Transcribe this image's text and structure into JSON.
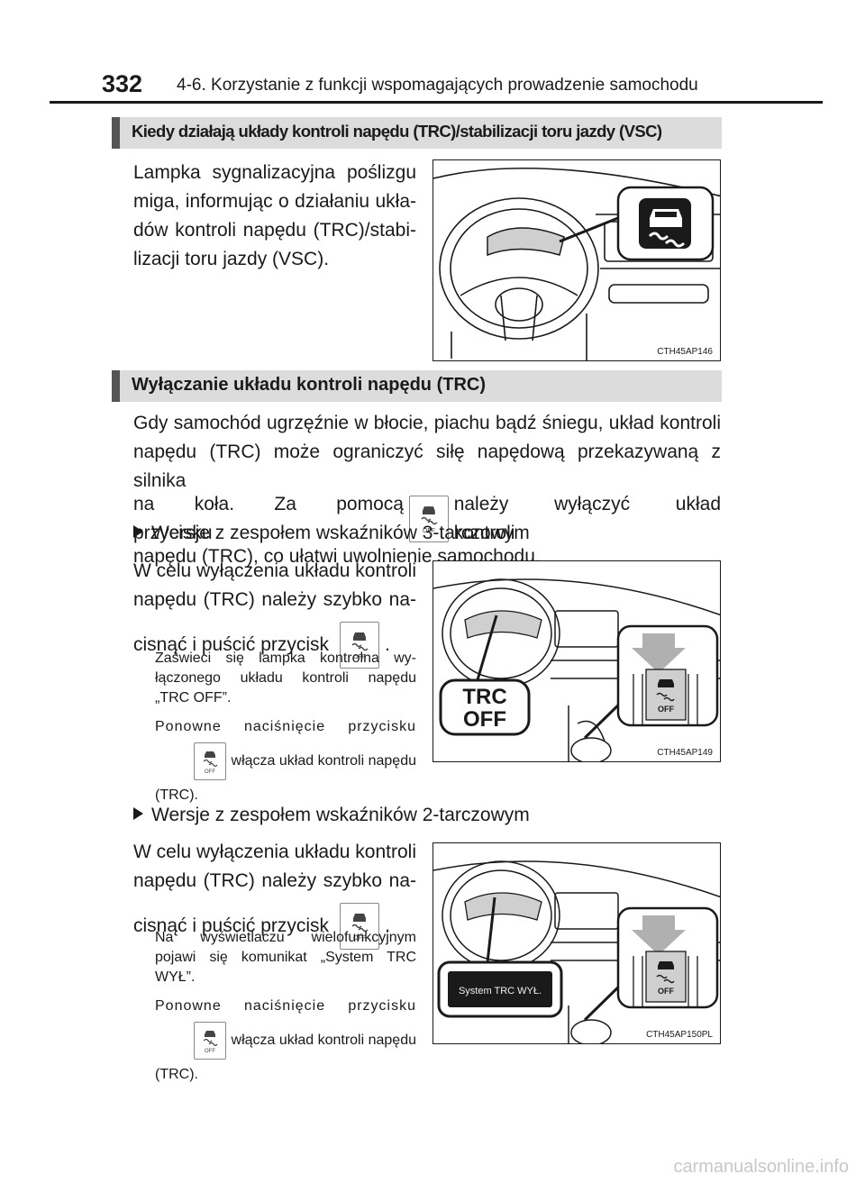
{
  "header": {
    "page_number": "332",
    "chapter_title": "4-6. Korzystanie z funkcji wspomagających prowadzenie samochodu"
  },
  "section1": {
    "heading": "Kiedy działają układy kontroli napędu (TRC)/stabilizacji toru jazdy (VSC)",
    "paragraph_lines": [
      "Lampka sygnalizacyjna poślizgu",
      "miga, informując o działaniu ukła-",
      "dów kontroli napędu (TRC)/stabi-",
      "lizacji toru jazdy (VSC)."
    ],
    "figure_caption": "CTH45AP146"
  },
  "section2": {
    "heading": "Wyłączanie układu kontroli napędu (TRC)",
    "intro_line1": "Gdy samochód ugrzęźnie w błocie, piachu bądź śniegu, układ kontroli",
    "intro_line2": "napędu (TRC) może ograniczyć siłę napędową przekazywaną z silnika",
    "intro_line3_before": "na koła. Za pomocą przycisku",
    "intro_line3_after": "należy wyłączyć układ kontroli",
    "intro_line4": "napędu (TRC), co ułatwi uwolnienie samochodu."
  },
  "variant3": {
    "bullet": "Wersje z zespołem wskaźników 3-tarczowym",
    "line1": "W celu wyłączenia układu kontroli",
    "line2": "napędu (TRC) należy szybko na-",
    "line3": "cisnąć i puścić przycisk",
    "line3_end": ".",
    "note_lines": [
      "Zaświeci się lampka kontrolna wy-",
      "łączonego układu kontroli napędu",
      "„TRC OFF”."
    ],
    "again_line": "Ponowne naciśnięcie przycisku",
    "again_after_icon": "włącza układ kontroli napędu",
    "again_end": "(TRC).",
    "callout_label_line1": "TRC",
    "callout_label_line2": "OFF",
    "button_label": "OFF",
    "figure_caption": "CTH45AP149"
  },
  "variant2": {
    "bullet": "Wersje z zespołem wskaźników 2-tarczowym",
    "line1": "W celu wyłączenia układu kontroli",
    "line2": "napędu (TRC) należy szybko na-",
    "line3": "cisnąć i puścić przycisk",
    "line3_end": ".",
    "note_lines": [
      "Na wyświetlaczu wielofunkcyjnym",
      "pojawi się komunikat „System TRC",
      "WYŁ”."
    ],
    "again_line": "Ponowne naciśnięcie przycisku",
    "again_after_icon": "włącza układ kontroli napędu",
    "again_end": "(TRC).",
    "display_message": "System TRC WYŁ.",
    "button_label": "OFF",
    "figure_caption": "CTH45AP150PL"
  },
  "icons": {
    "small_button_label": "OFF"
  },
  "footer": {
    "watermark": "carmanualsonline.info"
  },
  "colors": {
    "section_bar_bg": "#dcdcdc",
    "section_bar_accent": "#555555",
    "arrow_gray": "#b0b0b0"
  }
}
